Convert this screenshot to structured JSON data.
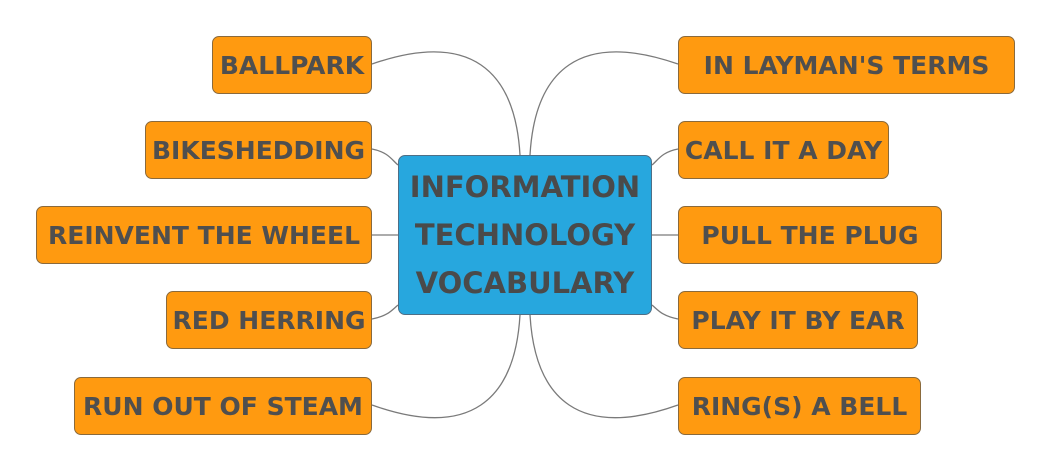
{
  "central_topic": "INFORMATION TECHNOLOGY VOCABULARY",
  "colors": {
    "central_fill": "#27a7de",
    "topic_fill": "#ff9a10",
    "text": "#4f4f4f",
    "connector": "#7a7a7a"
  },
  "left_topics": [
    "BALLPARK",
    "BIKESHEDDING",
    "REINVENT THE WHEEL",
    "RED HERRING",
    "RUN OUT OF STEAM"
  ],
  "right_topics": [
    "IN LAYMAN'S TERMS",
    "CALL IT A DAY",
    "PULL THE PLUG",
    "PLAY IT BY EAR",
    "RING(S) A BELL"
  ]
}
